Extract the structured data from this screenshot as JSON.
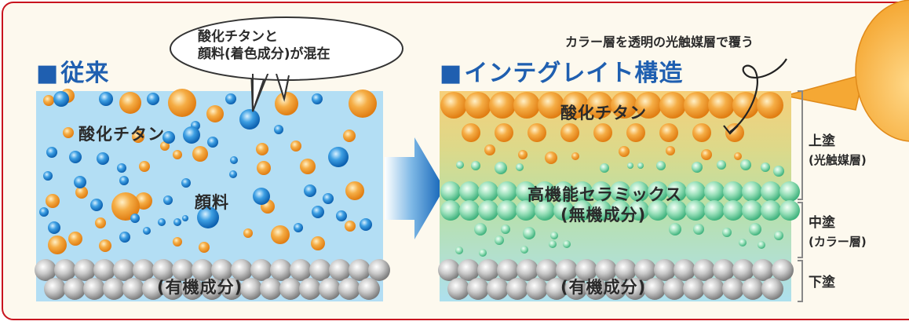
{
  "left": {
    "title": "従来",
    "titanium_label": "酸化チタン",
    "pigment_label": "顔料",
    "organic_label": "(有機成分)",
    "callout_line1": "酸化チタンと",
    "callout_line2": "顔料(着色成分)が混在"
  },
  "right": {
    "title": "インテグレイト構造",
    "note": "カラー層を透明の光触媒層で覆う",
    "titanium_label": "酸化チタン",
    "ceramic_label": "高機能セラミックス",
    "inorganic_label": "(無機成分)",
    "organic_label": "(有機成分)"
  },
  "layers": {
    "top": "上塗",
    "top_sub": "(光触媒層)",
    "middle": "中塗",
    "middle_sub": "(カラー層)",
    "bottom": "下塗"
  },
  "colors": {
    "heading": "#1f5fb0",
    "border": "#c8141e",
    "frame_bg": "#fdf9ee",
    "left_panel": "#b3def4",
    "orange": "#f29a2e",
    "blue": "#1a7fd0",
    "green": "#7fd3a6",
    "gray": "#b5b5b5"
  }
}
